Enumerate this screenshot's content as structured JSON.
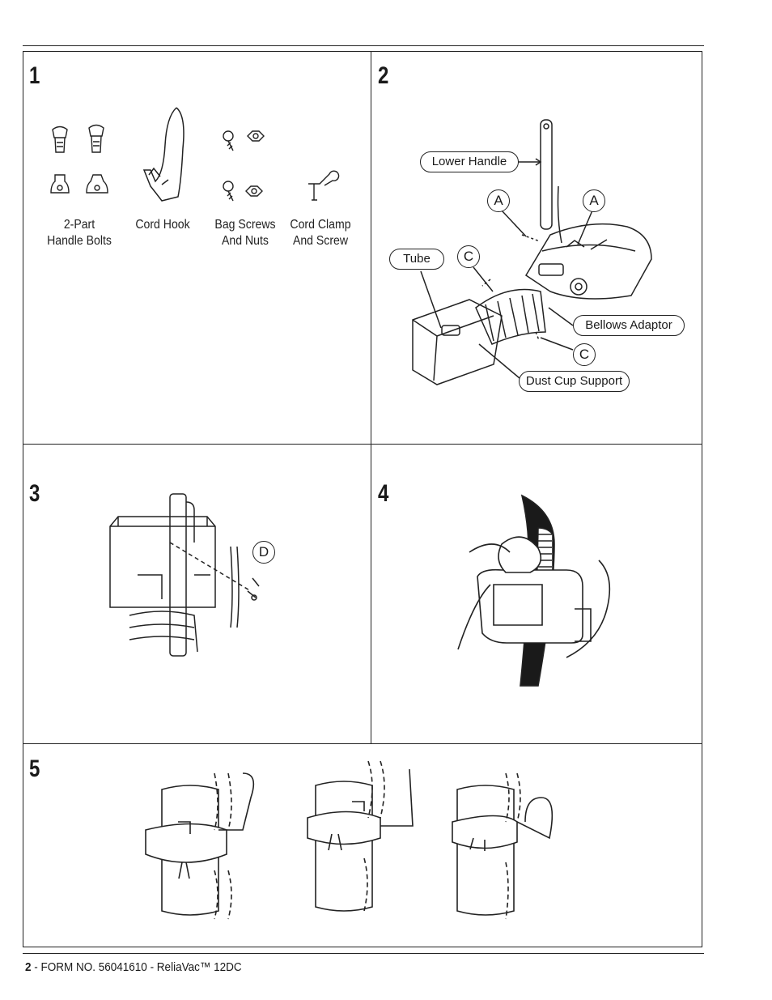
{
  "steps": {
    "s1": {
      "number": "1",
      "parts": [
        {
          "line1": "2-Part",
          "line2": "Handle Bolts"
        },
        {
          "line1": "Cord Hook",
          "line2": ""
        },
        {
          "line1": "Bag Screws",
          "line2": "And Nuts"
        },
        {
          "line1": "Cord Clamp",
          "line2": "And Screw"
        }
      ]
    },
    "s2": {
      "number": "2",
      "callouts": {
        "lower_handle": "Lower Handle",
        "tube": "Tube",
        "bellows_adaptor": "Bellows Adaptor",
        "dust_cup_support": "Dust Cup Support"
      },
      "letters": {
        "a": "A",
        "c": "C"
      }
    },
    "s3": {
      "number": "3",
      "letters": {
        "d": "D"
      }
    },
    "s4": {
      "number": "4"
    },
    "s5": {
      "number": "5"
    }
  },
  "footer": {
    "page": "2",
    "text": " - FORM NO. 56041610 - ReliaVac™ 12DC"
  }
}
